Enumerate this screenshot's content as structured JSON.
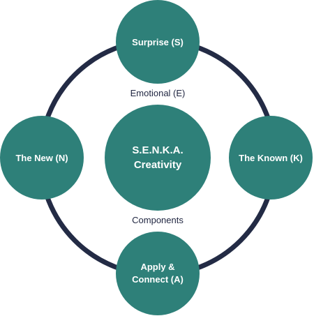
{
  "colors": {
    "node_fill": "#2e8079",
    "ring_stroke": "#232b45",
    "label_text": "#1f2540",
    "node_text": "#ffffff"
  },
  "center": {
    "line1": "S.E.N.K.A.",
    "line2": "Creativity"
  },
  "nodes": {
    "top": {
      "line1": "Surprise (S)"
    },
    "left": {
      "line1": "The New (N)"
    },
    "right": {
      "line1": "The Known (K)"
    },
    "bottom": {
      "line1": "Apply &",
      "line2": "Connect (A)"
    }
  },
  "labels": {
    "upper": "Emotional (E)",
    "lower": "Components"
  }
}
